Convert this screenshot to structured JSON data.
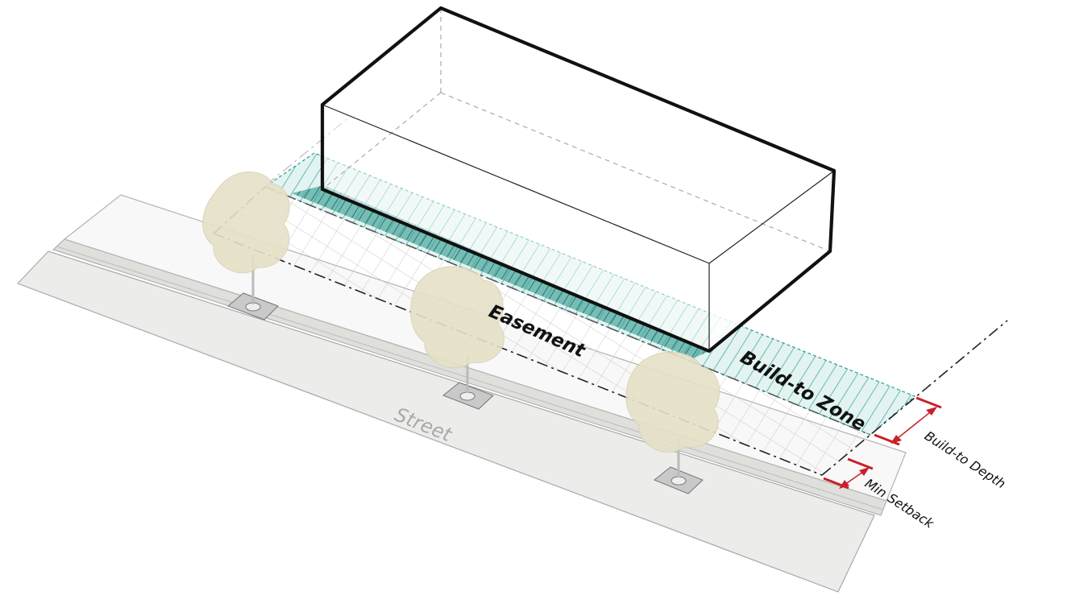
{
  "labels": {
    "easement": "Easement",
    "build_to_zone": "Build-to Zone",
    "build_to_depth": "Build-to Depth",
    "min_setback": "Min Setback",
    "street": "Street"
  },
  "colors": {
    "teal": "#2f9d94",
    "teal_fill": "#bfe6e1",
    "dimension_red": "#c8202b",
    "sidewalk": "#f8f8f8",
    "street": "#ececea",
    "tree": "#e6e1c7",
    "outline": "#111111"
  }
}
